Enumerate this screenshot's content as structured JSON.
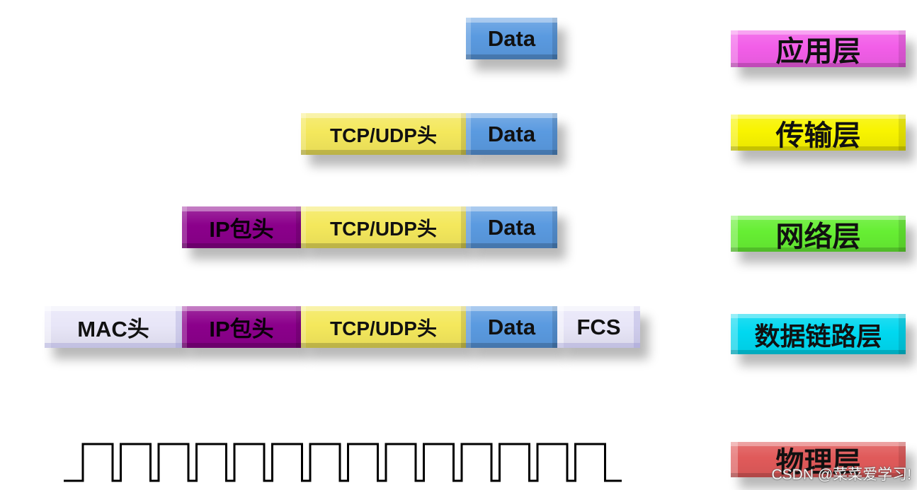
{
  "rows": [
    {
      "segments": [
        "Data"
      ]
    },
    {
      "segments": [
        "TCP/UDP头",
        "Data"
      ]
    },
    {
      "segments": [
        "IP包头",
        "TCP/UDP头",
        "Data"
      ]
    },
    {
      "segments": [
        "MAC头",
        "IP包头",
        "TCP/UDP头",
        "Data",
        "FCS"
      ]
    }
  ],
  "segment_colors": {
    "data": "#5a9ae0",
    "transport_header": "#f4e85c",
    "ip_header": "#8b008b",
    "mac_header": "#e8e6f8",
    "fcs": "#e8e6f8"
  },
  "layers": [
    {
      "label": "应用层",
      "color": "#f25ee8"
    },
    {
      "label": "传输层",
      "color": "#f8f400"
    },
    {
      "label": "网络层",
      "color": "#66ee33"
    },
    {
      "label": "数据链路层",
      "color": "#00d8f0"
    },
    {
      "label": "物理层",
      "color": "#e05a5a"
    }
  ],
  "watermark": "CSDN @菜菜爱学习!"
}
